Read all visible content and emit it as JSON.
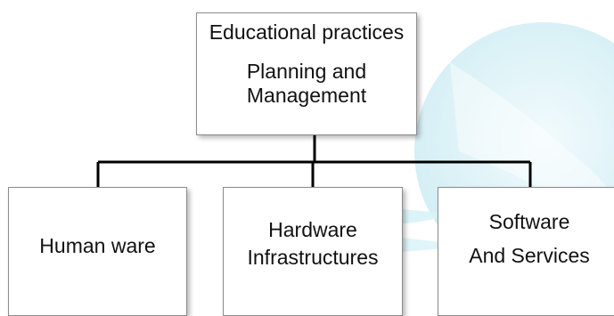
{
  "diagram": {
    "root": {
      "line1": "Educational practices",
      "line2": "Planning and",
      "line3": "Management"
    },
    "children": [
      {
        "line1": "Human ware",
        "line2": ""
      },
      {
        "line1": "Hardware",
        "line2": "Infrastructures"
      },
      {
        "line1": "Software",
        "line2": "And Services"
      }
    ]
  },
  "colors": {
    "connector": "#000000",
    "border": "#8c8c8c",
    "background_swirl": "#d8f3f8"
  },
  "icons": [
    "globe-background-icon"
  ]
}
